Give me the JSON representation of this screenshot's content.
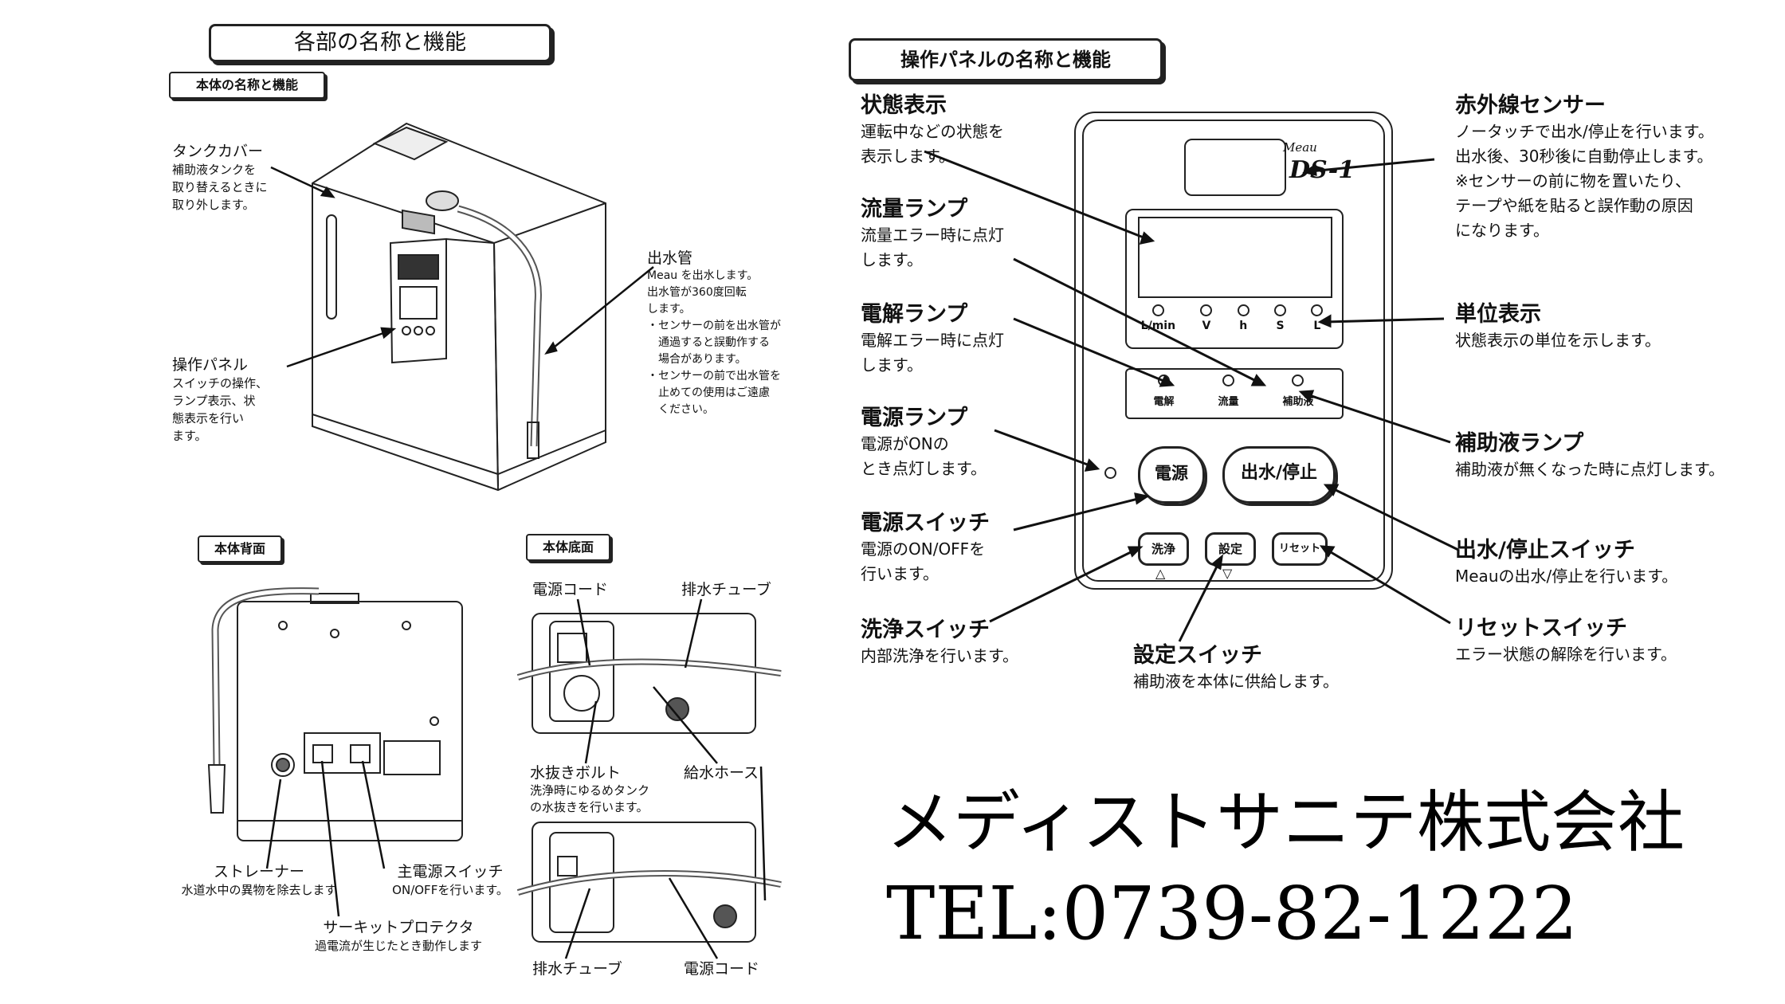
{
  "left": {
    "main_title": "各部の名称と機能",
    "body_tab": "本体の名称と機能",
    "tank_cover": {
      "title": "タンクカバー",
      "desc": [
        "補助液タンクを",
        "取り替えるときに",
        "取り外します。"
      ]
    },
    "panel": {
      "title": "操作パネル",
      "desc": [
        "スイッチの操作、",
        "ランプ表示、状",
        "態表示を行い",
        "ます。"
      ]
    },
    "outlet": {
      "title": "出水管",
      "desc": [
        "Meau を出水します。",
        "出水管が360度回転",
        "します。",
        "・センサーの前を出水管が",
        "　通過すると誤動作する",
        "　場合があります。",
        "・センサーの前で出水管を",
        "　止めての使用はご遠慮",
        "　ください。"
      ]
    },
    "back_tab": "本体背面",
    "bottom_tab": "本体底面",
    "strainer": {
      "title": "ストレーナー",
      "desc": "水道水中の異物を除去します"
    },
    "main_switch": {
      "title": "主電源スイッチ",
      "desc": "ON/OFFを行います。"
    },
    "circuit": {
      "title": "サーキットプロテクタ",
      "desc": "過電流が生じたとき動作します"
    },
    "power_cord_top": "電源コード",
    "drain_tube_top": "排水チューブ",
    "drain_bolt": {
      "title": "水抜きボルト",
      "desc": [
        "洗浄時にゆるめタンク",
        "の水抜きを行います。"
      ]
    },
    "supply_hose": "給水ホース",
    "drain_tube_bottom": "排水チューブ",
    "power_cord_bottom": "電源コード"
  },
  "right": {
    "panel_title": "操作パネルの名称と機能",
    "status": {
      "title": "状態表示",
      "desc": [
        "運転中などの状態を",
        "表示します。"
      ]
    },
    "flow_lamp": {
      "title": "流量ランプ",
      "desc": [
        "流量エラー時に点灯",
        "します。"
      ]
    },
    "elec_lamp": {
      "title": "電解ランプ",
      "desc": [
        "電解エラー時に点灯",
        "します。"
      ]
    },
    "power_lamp": {
      "title": "電源ランプ",
      "desc": [
        "電源がONの",
        "とき点灯します。"
      ]
    },
    "power_switch": {
      "title": "電源スイッチ",
      "desc": [
        "電源のON/OFFを",
        "行います。"
      ]
    },
    "wash_switch": {
      "title": "洗浄スイッチ",
      "desc": "内部洗浄を行います。"
    },
    "set_switch": {
      "title": "設定スイッチ",
      "desc": "補助液を本体に供給します。"
    },
    "ir_sensor": {
      "title": "赤外線センサー",
      "desc": [
        "ノータッチで出水/停止を行います。",
        "出水後、30秒後に自動停止します。",
        "※センサーの前に物を置いたり、",
        "テープや紙を貼ると誤作動の原因",
        "になります。"
      ]
    },
    "unit_display": {
      "title": "単位表示",
      "desc": "状態表示の単位を示します。"
    },
    "aux_lamp": {
      "title": "補助液ランプ",
      "desc": "補助液が無くなった時に点灯します。"
    },
    "water_switch": {
      "title": "出水/停止スイッチ",
      "desc": "Meauの出水/停止を行います。"
    },
    "reset_switch": {
      "title": "リセットスイッチ",
      "desc": "エラー状態の解除を行います。"
    },
    "device": {
      "brand": "Meau",
      "model": "DS-1",
      "units": [
        "L/min",
        "V",
        "h",
        "S",
        "L"
      ],
      "lamps": [
        "電解",
        "流量",
        "補助液"
      ],
      "btn_power": "電源",
      "btn_water": "出水/停止",
      "btn_wash": "洗浄",
      "btn_set": "設定",
      "btn_reset": "リセット",
      "arrow_up": "△",
      "arrow_down": "▽"
    }
  },
  "company": {
    "name": "メディストサニテ株式会社",
    "tel": "TEL:0739-82-1222"
  }
}
